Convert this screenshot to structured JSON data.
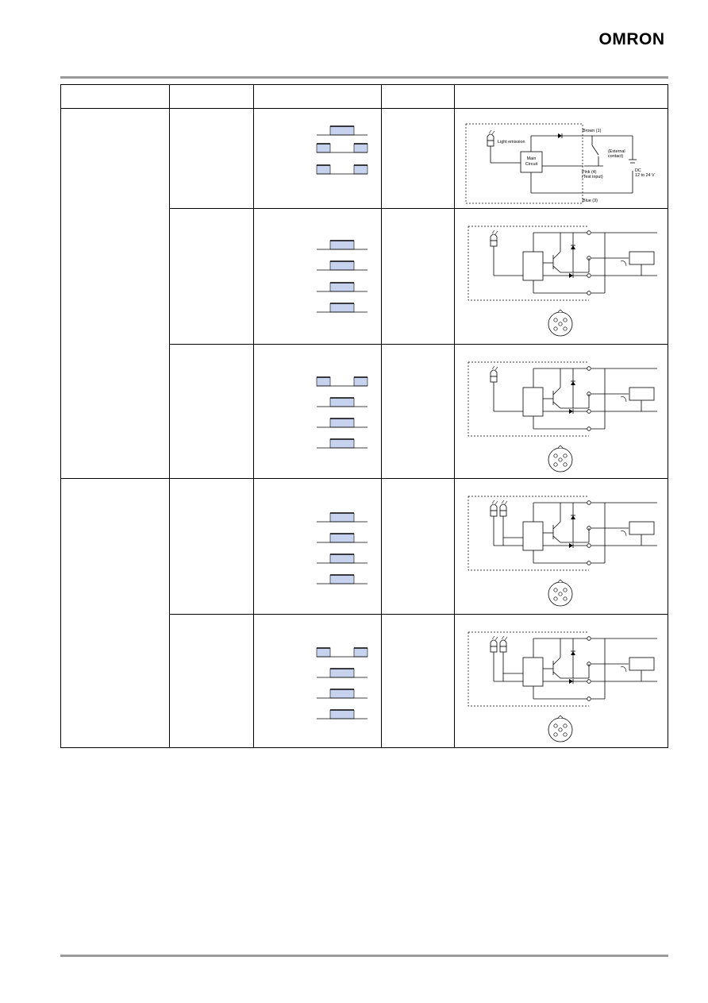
{
  "header": {
    "brand": "OMRON"
  },
  "schematic_labels": {
    "light_emission": "Light emission",
    "main_circuit_line1": "Main",
    "main_circuit_line2": "Circuit",
    "brown": "Brown (1)",
    "external_line1": "(External",
    "external_line2": "contact)",
    "pink_line1": "Pink (4)",
    "pink_line2": "(Test input)",
    "dc_line1": "DC",
    "dc_line2": "12 to 24 V",
    "blue": "Blue (3)"
  },
  "colors": {
    "pulse_fill": "#c7d3ee",
    "rule": "#9a9a9a",
    "grid": "#000000"
  },
  "groups": [
    {
      "rows": [
        {
          "timing": [
            "high",
            "low",
            "low"
          ],
          "circuit": "test-input",
          "connector": false
        },
        {
          "timing": [
            "high",
            "high",
            "high",
            "high"
          ],
          "circuit": "output",
          "emitters": 1,
          "connector": true
        },
        {
          "timing": [
            "low",
            "high",
            "high",
            "high"
          ],
          "circuit": "output",
          "emitters": 1,
          "connector": true
        }
      ]
    },
    {
      "rows": [
        {
          "timing": [
            "high",
            "high",
            "high",
            "high"
          ],
          "circuit": "output",
          "emitters": 2,
          "connector": true
        },
        {
          "timing": [
            "low",
            "high",
            "high",
            "high"
          ],
          "circuit": "output",
          "emitters": 2,
          "connector": true
        }
      ]
    }
  ]
}
